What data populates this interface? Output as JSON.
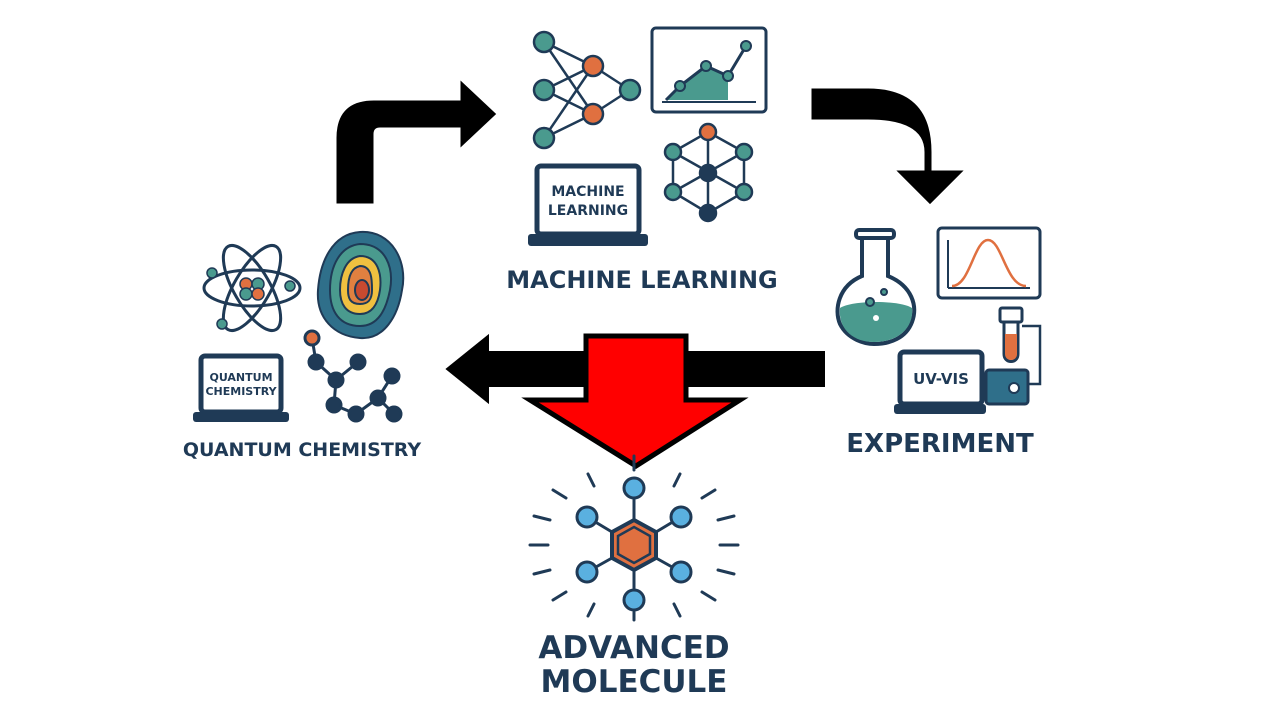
{
  "nodes": {
    "machine_learning": {
      "label": "MACHINE LEARNING",
      "screen_text_line1": "MACHINE",
      "screen_text_line2": "LEARNING"
    },
    "quantum_chemistry": {
      "label": "QUANTUM CHEMISTRY",
      "screen_text_line1": "QUANTUM",
      "screen_text_line2": "CHEMISTRY"
    },
    "experiment": {
      "label": "EXPERIMENT",
      "device_text": "UV-VIS"
    },
    "result": {
      "label_line1": "ADVANCED",
      "label_line2": "MOLECULE"
    }
  },
  "colors": {
    "navy": "#1f3a56",
    "teal": "#4a9a8e",
    "orange": "#e07040",
    "light_blue": "#5ab0e0",
    "red_arrow": "#ff0000",
    "black_arrow": "#000000"
  },
  "icons": [
    "atom-icon",
    "orbital-contour-icon",
    "laptop-icon",
    "molecule-chain-icon",
    "neural-network-icon",
    "line-chart-icon",
    "graph-network-icon",
    "flask-icon",
    "spectrum-chart-icon",
    "test-tube-icon",
    "spectrometer-icon",
    "benzene-molecule-icon"
  ]
}
